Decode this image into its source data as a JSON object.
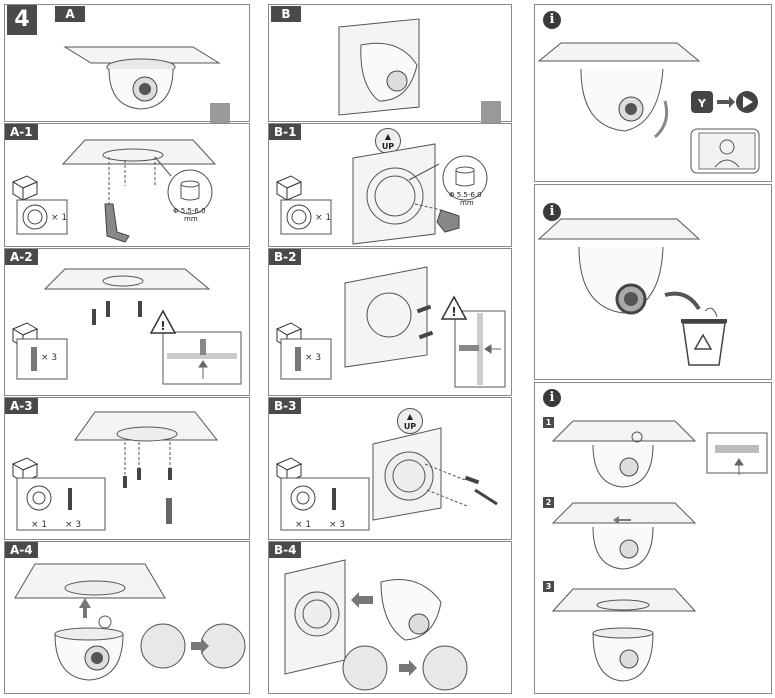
{
  "step_number": "4",
  "column_a": {
    "header": "A"
  },
  "column_b": {
    "header": "B"
  },
  "steps": {
    "a1": "A-1",
    "a2": "A-2",
    "a3": "A-3",
    "a4": "A-4",
    "b1": "B-1",
    "b2": "B-2",
    "b3": "B-3",
    "b4": "B-4"
  },
  "quantities": {
    "a1_ring": "× 1",
    "a2_anchor": "× 3",
    "a3_ring": "× 1",
    "a3_screw": "× 3",
    "b1_ring": "× 1",
    "b2_anchor": "× 3",
    "b3_ring": "× 1",
    "b3_screw": "× 3"
  },
  "drill_spec": {
    "line1": "Φ 5.5-6.0",
    "line2": "mm"
  },
  "up_label": "UP",
  "info_symbol": "i",
  "substeps": [
    "1",
    "2",
    "3"
  ],
  "icons": {
    "box": "package-box-icon",
    "warning": "warning-triangle-icon",
    "recycle": "recycle-bin-icon",
    "app_logo": "app-logo-icon",
    "play": "play-icon",
    "arrow": "arrow-icon"
  }
}
